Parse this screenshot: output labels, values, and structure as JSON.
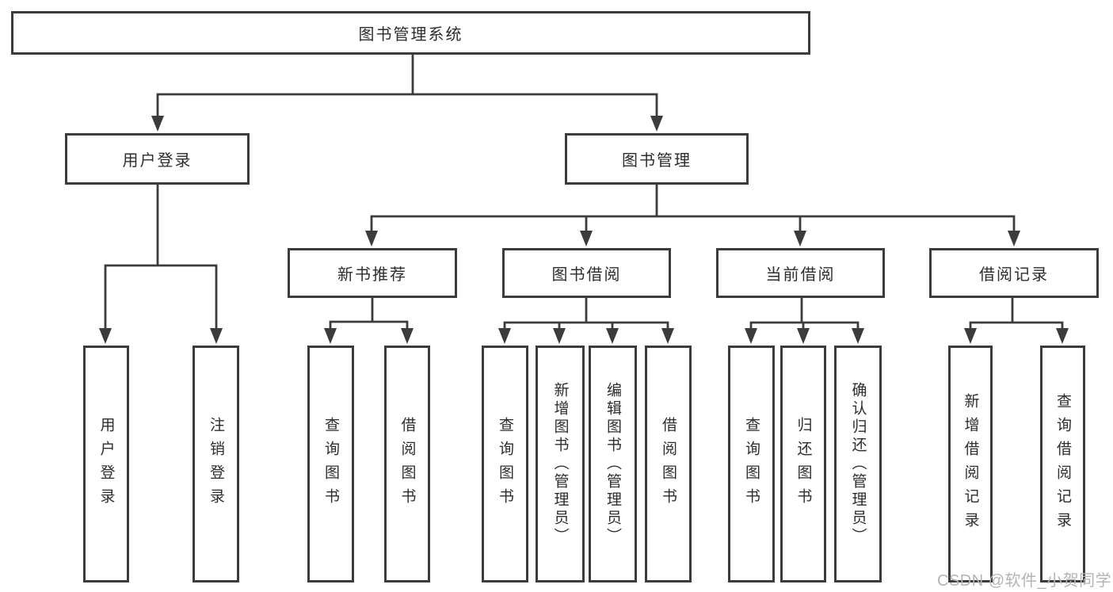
{
  "tree": {
    "root": {
      "label": "图书管理系统"
    },
    "branches": [
      {
        "label": "用户登录",
        "children": [
          "用户登录",
          "注销登录"
        ]
      },
      {
        "label": "图书管理",
        "sections": [
          {
            "label": "新书推荐",
            "children": [
              "查询图书",
              "借阅图书"
            ]
          },
          {
            "label": "图书借阅",
            "children": [
              "查询图书",
              "新增图书（管理员）",
              "编辑图书（管理员）",
              "借阅图书"
            ]
          },
          {
            "label": "当前借阅",
            "children": [
              "查询图书",
              "归还图书",
              "确认归还（管理员）"
            ]
          },
          {
            "label": "借阅记录",
            "children": [
              "新增借阅记录",
              "查询借阅记录"
            ]
          }
        ]
      }
    ]
  },
  "colors": {
    "line": "#3c3c3c",
    "text": "#2d2d2d",
    "box_background": "#ffffff",
    "page_background": "#ffffff",
    "watermark": "#b4b4b4"
  },
  "watermark": {
    "text": "CSDN @软件_小贺同学"
  }
}
